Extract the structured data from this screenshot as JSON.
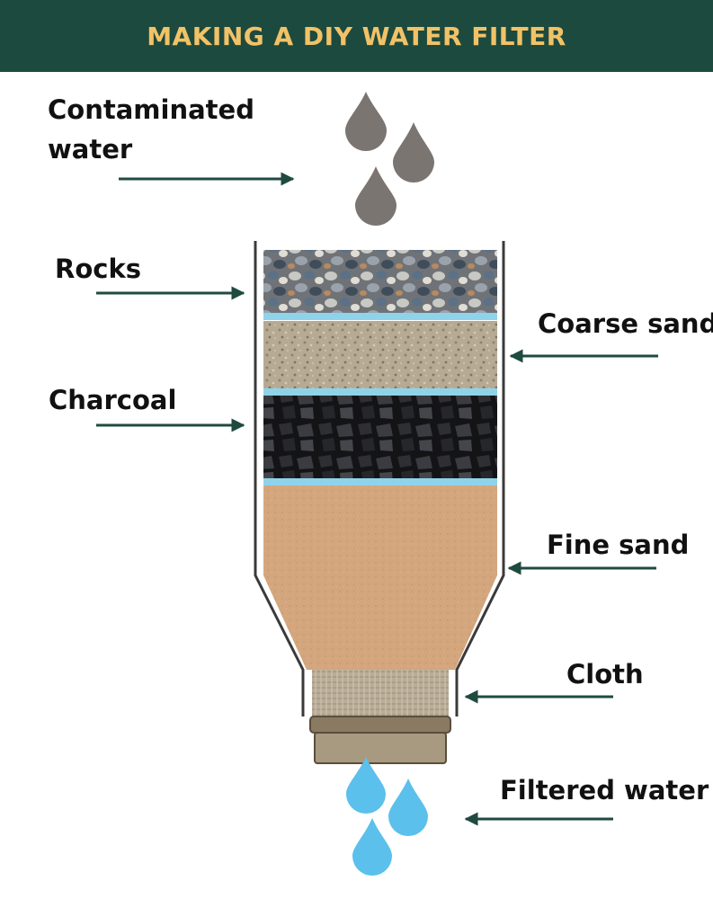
{
  "header": {
    "title": "MAKING A DIY WATER FILTER",
    "bg_color": "#1d4a3e",
    "text_color": "#f2c267"
  },
  "labels": {
    "contaminated": "Contaminated\nwater",
    "rocks": "Rocks",
    "coarse_sand": "Coarse sand",
    "charcoal": "Charcoal",
    "fine_sand": "Fine sand",
    "cloth": "Cloth",
    "filtered": "Filtered water"
  },
  "colors": {
    "arrow": "#1f4a3f",
    "dirty_drop": "#7b7572",
    "clean_drop": "#5bc0eb",
    "rocks": "#8a8e93",
    "coarse_sand": "#b5a891",
    "charcoal": "#1c1c1e",
    "fine_sand": "#d3a57c",
    "cloth": "#b9ad98",
    "water_band": "#8fd3ea",
    "bottle_outline": "#3a3a3a",
    "cap": "#8a7a62"
  }
}
